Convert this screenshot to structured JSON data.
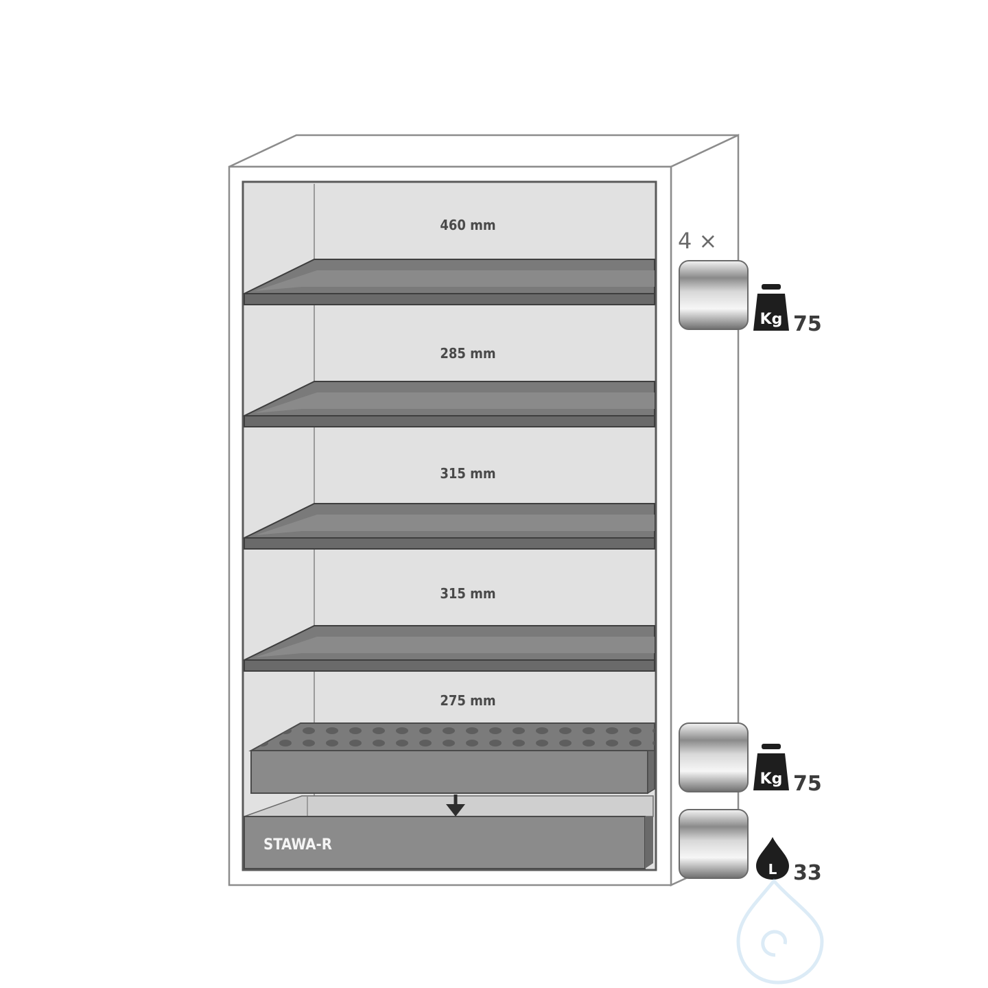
{
  "cabinet": {
    "compartments": [
      {
        "height_label": "460 mm"
      },
      {
        "height_label": "285 mm"
      },
      {
        "height_label": "315 mm"
      },
      {
        "height_label": "315 mm"
      },
      {
        "height_label": "275 mm"
      }
    ],
    "sump_label": "STAWA-R"
  },
  "legend": {
    "multiplier": "4 ×",
    "items": [
      {
        "icon": "weight-kg-icon",
        "icon_letters": "Kg",
        "value": "75"
      },
      {
        "icon": "weight-kg-icon",
        "icon_letters": "Kg",
        "value": "75"
      },
      {
        "icon": "liquid-drop-icon",
        "icon_letters": "L",
        "value": "33"
      }
    ]
  },
  "colors": {
    "interior": "#e0e0e0",
    "shelf": "#7a7a7a",
    "frame": "#8c8c8c"
  }
}
